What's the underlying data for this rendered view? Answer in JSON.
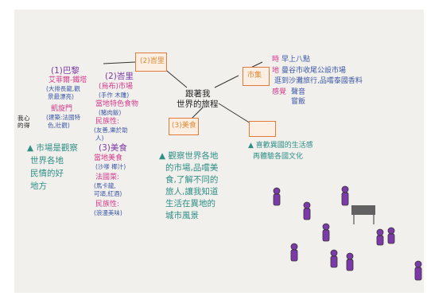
{
  "center_title": [
    "跟著我",
    "世界的旅程"
  ],
  "branches": {
    "paris": {
      "title": "(1)巴黎"
    },
    "bali": {
      "title": "(2)峇里"
    },
    "market": {
      "title": "市集"
    },
    "restaurant": {
      "title": "(3)美食"
    }
  },
  "left_col": {
    "head": "(1)巴黎",
    "l1": "艾菲爾-鐵塔",
    "l2": "(大排長龍,觀",
    "l3": "景最漂亮)",
    "l4": "凱旋門",
    "l5": "(建築:法國特",
    "l6": "色,壯觀)",
    "note1": "▲ 市場是觀察",
    "note2": "世界各地",
    "note3": "民情的好",
    "note4": "地方"
  },
  "mid_col": {
    "head": "(2)峇里",
    "l1": "(烏布)市場",
    "l2": "(手作 木雕)",
    "l3": "當地特色食物",
    "l4": "(豬肉飯)",
    "l5": "民族性:",
    "l6": "(友善,樂於助",
    "l7": "人)",
    "food_head": "(3)美食",
    "f1": "當地美食",
    "f2": "(沙嗲 椰汁)",
    "f3": "法國菜:",
    "f4": "(馬卡龍,",
    "f5": "可頌,紅酒)",
    "f6": "民族性:",
    "f7": "(浪漫美味)"
  },
  "right_top": {
    "label_time": "時",
    "l1": "早上八點",
    "label_place": "地",
    "l2": "曼谷市收尾公設市場",
    "l3": "逛到沙灘旅行,品嚐泰國香料",
    "label_sense": "感覺",
    "l4": "聲音",
    "l5": "嘗飯"
  },
  "right_mid": {
    "note1": "▲ 喜歡異國的生活感",
    "note2": "再體驗各國文化"
  },
  "bottom_center": {
    "note1": "▲ 觀察世界各地",
    "note2": "的市場,品嚐美",
    "note3": "食,了解不同的",
    "note4": "旅人,讓我知道",
    "note5": "生活在異地的",
    "note6": "城市風景"
  },
  "side_mark": [
    "我",
    "的",
    "心",
    "得"
  ],
  "colors": {
    "accent": "#e37a3a",
    "blue": "#3b56a6",
    "pink": "#d23a8a",
    "teal": "#2f8f86",
    "purple": "#7a3aa6"
  }
}
